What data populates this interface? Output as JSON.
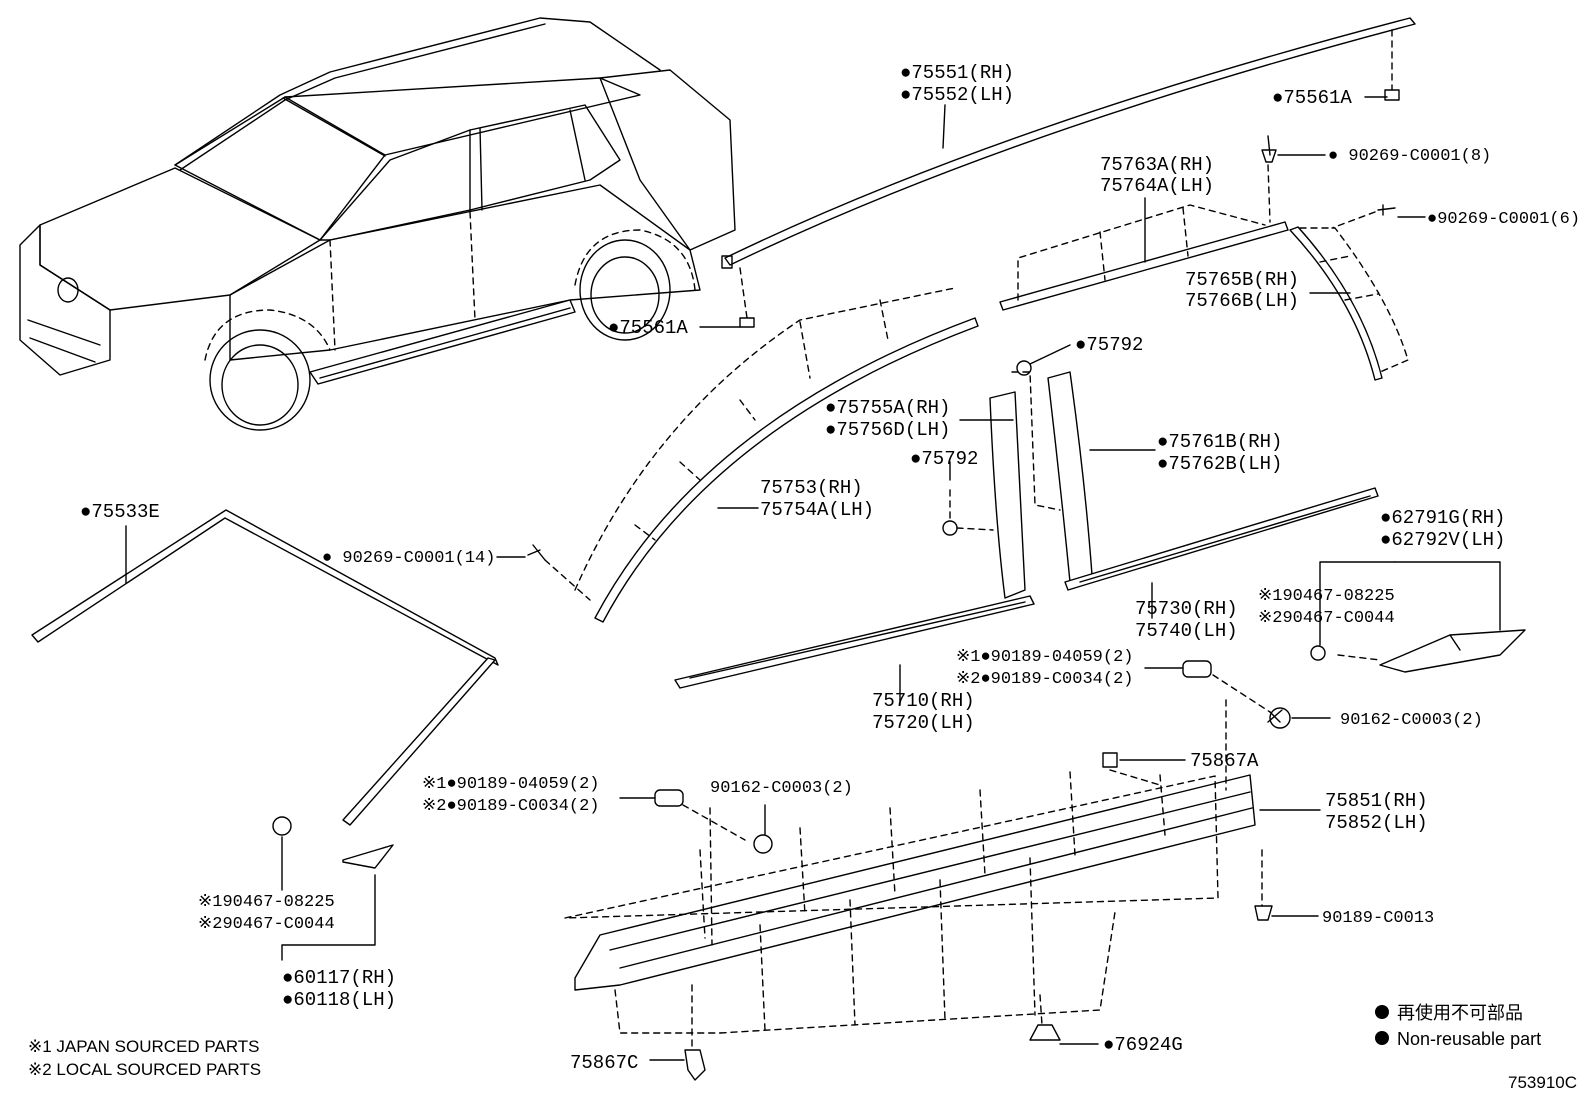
{
  "diagram": {
    "diagram_code": "753910C",
    "footnotes": [
      "※1 JAPAN SOURCED PARTS",
      "※2 LOCAL SOURCED PARTS"
    ],
    "legend": [
      {
        "symbol": "●",
        "label": "再使用不可部品"
      },
      {
        "symbol": "●",
        "label": "Non-reusable part"
      }
    ],
    "callouts": [
      {
        "id": "c-75551",
        "lines": [
          "●75551(RH)",
          "●75552(LH)"
        ]
      },
      {
        "id": "c-75561a-top",
        "lines": [
          "●75561A"
        ]
      },
      {
        "id": "c-90269-8",
        "lines": [
          "● 90269-C0001(8)"
        ]
      },
      {
        "id": "c-75763a",
        "lines": [
          "75763A(RH)",
          "75764A(LH)"
        ]
      },
      {
        "id": "c-90269-6",
        "lines": [
          "●90269-C0001(6)"
        ]
      },
      {
        "id": "c-75765b",
        "lines": [
          "75765B(RH)",
          "75766B(LH)"
        ]
      },
      {
        "id": "c-75561a-mid",
        "lines": [
          "●75561A"
        ]
      },
      {
        "id": "c-75792-top",
        "lines": [
          "●75792"
        ]
      },
      {
        "id": "c-75755a",
        "lines": [
          "●75755A(RH)",
          "●75756D(LH)"
        ]
      },
      {
        "id": "c-75761b",
        "lines": [
          "●75761B(RH)",
          "●75762B(LH)"
        ]
      },
      {
        "id": "c-75792-mid",
        "lines": [
          "●75792"
        ]
      },
      {
        "id": "c-75753",
        "lines": [
          "75753(RH)",
          "75754A(LH)"
        ]
      },
      {
        "id": "c-75533e",
        "lines": [
          "●75533E"
        ]
      },
      {
        "id": "c-90269-14",
        "lines": [
          "● 90269-C0001(14)"
        ]
      },
      {
        "id": "c-62791g",
        "lines": [
          "●62791G(RH)",
          "●62792V(LH)"
        ]
      },
      {
        "id": "c-90467-right",
        "lines": [
          "※190467-08225",
          "※290467-C0044"
        ]
      },
      {
        "id": "c-75730",
        "lines": [
          "75730(RH)",
          "75740(LH)"
        ]
      },
      {
        "id": "c-90189-mid",
        "lines": [
          "※1●90189-04059(2)",
          "※2●90189-C0034(2)"
        ]
      },
      {
        "id": "c-75710",
        "lines": [
          "75710(RH)",
          "75720(LH)"
        ]
      },
      {
        "id": "c-90162-right",
        "lines": [
          "90162-C0003(2)"
        ]
      },
      {
        "id": "c-75867a",
        "lines": [
          "75867A"
        ]
      },
      {
        "id": "c-90189-left",
        "lines": [
          "※1●90189-04059(2)",
          "※2●90189-C0034(2)"
        ]
      },
      {
        "id": "c-90162-left",
        "lines": [
          "90162-C0003(2)"
        ]
      },
      {
        "id": "c-75851",
        "lines": [
          "75851(RH)",
          "75852(LH)"
        ]
      },
      {
        "id": "c-90467-left",
        "lines": [
          "※190467-08225",
          "※290467-C0044"
        ]
      },
      {
        "id": "c-90189-c0013",
        "lines": [
          "90189-C0013"
        ]
      },
      {
        "id": "c-60117",
        "lines": [
          "●60117(RH)",
          "●60118(LH)"
        ]
      },
      {
        "id": "c-76924g",
        "lines": [
          "●76924G"
        ]
      },
      {
        "id": "c-75867c",
        "lines": [
          "75867C"
        ]
      }
    ]
  }
}
